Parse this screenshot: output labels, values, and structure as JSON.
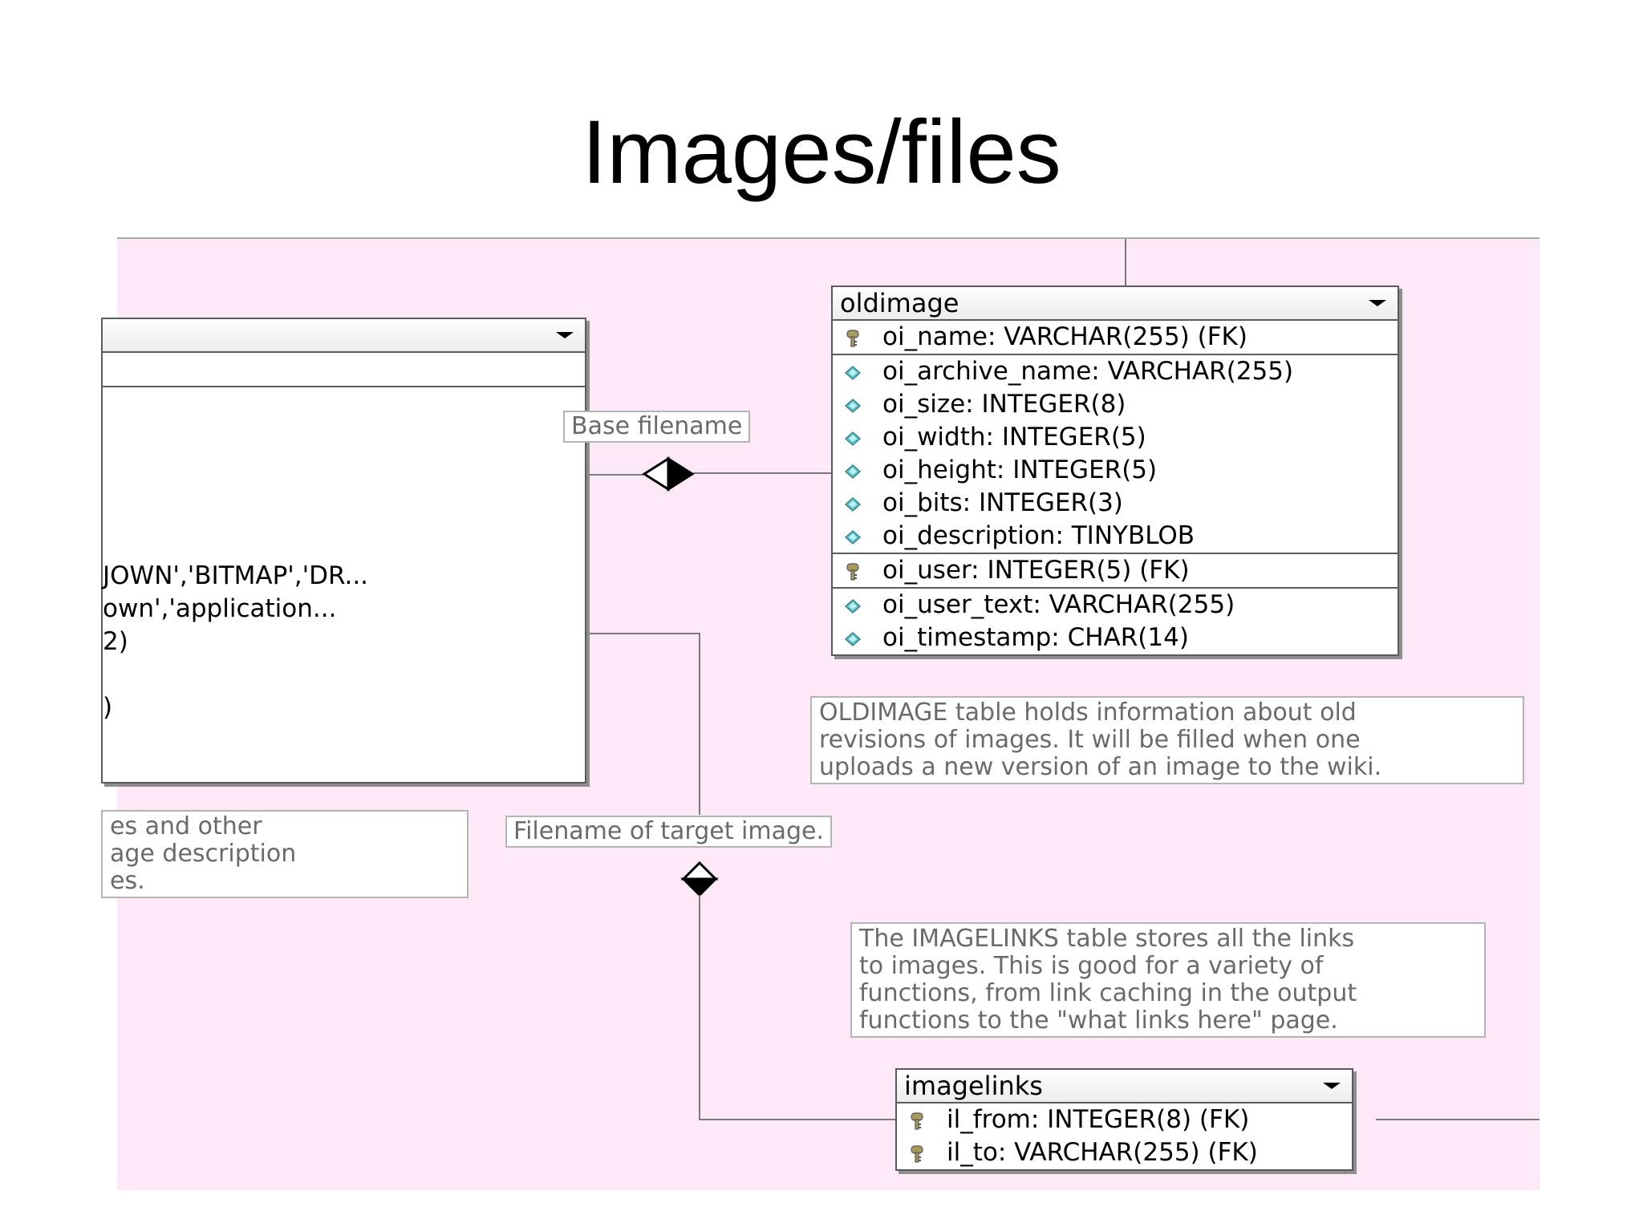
{
  "slide": {
    "title": "Images/files"
  },
  "left_table": {
    "rows": [
      "JOWN','BITMAP','DR...",
      "own','application...",
      "2)",
      ")"
    ]
  },
  "left_note": {
    "lines": [
      "es and other",
      "age description",
      "es."
    ]
  },
  "oldimage": {
    "name": "oldimage",
    "rows": [
      {
        "text": "oi_name: VARCHAR(255) (FK)",
        "icon": "key-icon",
        "sep": false
      },
      {
        "text": "oi_archive_name: VARCHAR(255)",
        "icon": "attribute-icon",
        "sep": true
      },
      {
        "text": "oi_size: INTEGER(8)",
        "icon": "attribute-icon",
        "sep": false
      },
      {
        "text": "oi_width: INTEGER(5)",
        "icon": "attribute-icon",
        "sep": false
      },
      {
        "text": "oi_height: INTEGER(5)",
        "icon": "attribute-icon",
        "sep": false
      },
      {
        "text": "oi_bits: INTEGER(3)",
        "icon": "attribute-icon",
        "sep": false
      },
      {
        "text": "oi_description: TINYBLOB",
        "icon": "attribute-icon",
        "sep": false
      },
      {
        "text": "oi_user: INTEGER(5) (FK)",
        "icon": "key-icon",
        "sep": true
      },
      {
        "text": "oi_user_text: VARCHAR(255)",
        "icon": "attribute-icon",
        "sep": true
      },
      {
        "text": "oi_timestamp: CHAR(14)",
        "icon": "attribute-icon",
        "sep": false
      }
    ]
  },
  "imagelinks": {
    "name": "imagelinks",
    "rows": [
      {
        "text": "il_from: INTEGER(8) (FK)",
        "icon": "key-icon",
        "sep": false
      },
      {
        "text": "il_to: VARCHAR(255) (FK)",
        "icon": "key-icon",
        "sep": false
      }
    ]
  },
  "labels": {
    "base_filename": "Base filename",
    "target_filename": "Filename of target image."
  },
  "notes": {
    "oldimage": [
      "OLDIMAGE table holds information about old",
      "revisions of images. It will be filled when one",
      "uploads a new version of an image to the wiki."
    ],
    "imagelinks": [
      "The IMAGELINKS table stores all the links",
      "to images. This is good for a variety of",
      "functions, from link caching in the output",
      "functions to the \"what links here\" page."
    ]
  },
  "colors": {
    "canvas": "#fde8f8",
    "table_border": "#5a5a5a",
    "note_text": "#6a6a6a",
    "attribute_icon": "#5ec3c9",
    "key_icon": "#a89a5a"
  }
}
